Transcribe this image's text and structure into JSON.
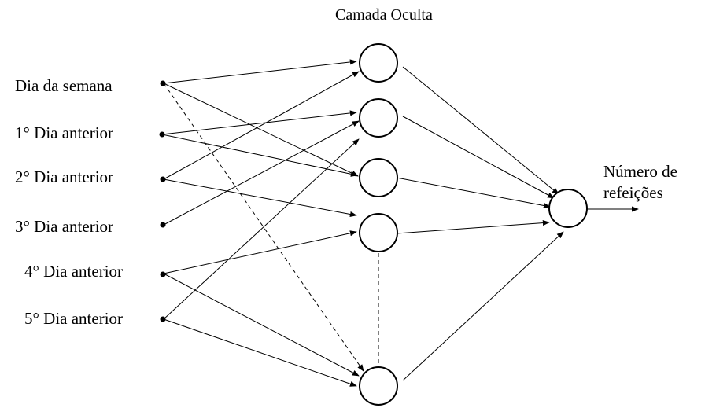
{
  "title": "Camada Oculta",
  "inputs": [
    "Dia da semana",
    "1° Dia anterior",
    "2° Dia anterior",
    "3° Dia anterior",
    "4° Dia anterior",
    "5° Dia anterior"
  ],
  "output": {
    "line1": "Número de",
    "line2": "refeições"
  },
  "colors": {
    "stroke": "#000000",
    "background": "#ffffff"
  }
}
